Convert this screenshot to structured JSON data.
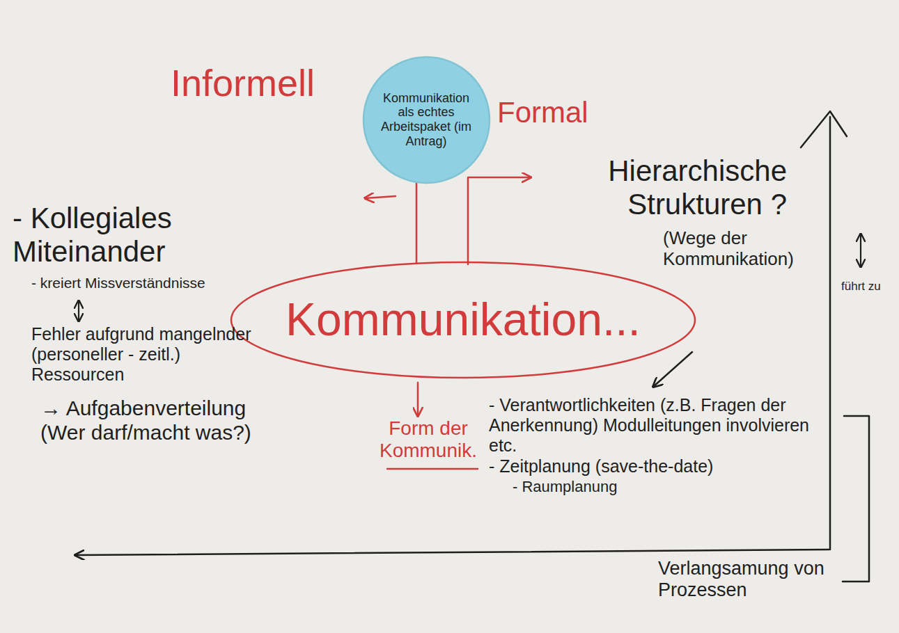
{
  "diagram": {
    "nodes": [
      {
        "text": [
          "Kommunikation als echtes Arbeitspaket (im Antrag)"
        ]
      },
      {
        "text": [
          "Kommunikation..."
        ]
      }
    ],
    "edges": [
      {
        "from": 1,
        "to": 0,
        "arrow": "none"
      }
    ],
    "labels": [
      "Informell",
      "Formal",
      "Hierarchische Strukturen ?",
      "(Wege der Kommunikation)",
      "- Kollegiales Miteinander",
      "- kreiert Missverständnisse",
      "Fehler aufgrund mangelnder (personeller - zeitl.) Ressourcen",
      "→ Aufgabenverteilung (Wer darf/macht was?)",
      "Form der Kommunik.",
      "- Verantwortlichkeiten (z.B. Fragen der Anerkennung) Modulleitungen involvieren etc.",
      "- Zeitplanung (save-the-date)",
      "- Raumplanung",
      "Verlangsamung von Prozessen",
      "führt zu"
    ]
  }
}
